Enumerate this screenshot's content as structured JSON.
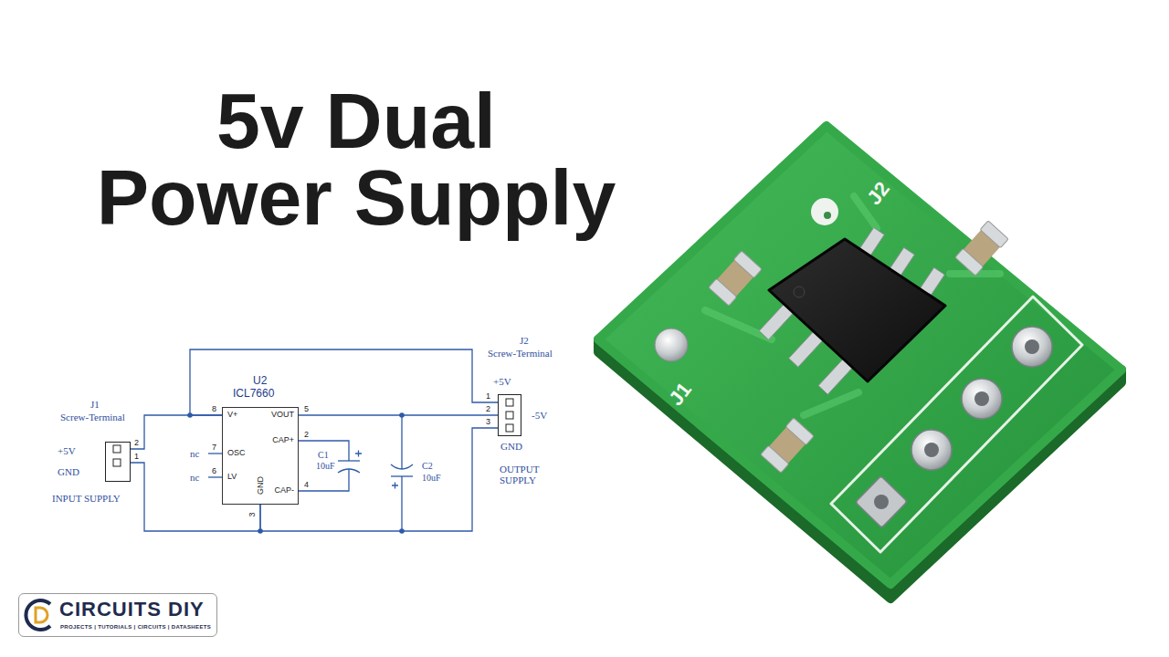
{
  "diagram": {
    "title": "5v Dual Power Supply",
    "nodes": [
      {
        "text": [
          "J1",
          "Screw-Terminal"
        ]
      },
      {
        "text": [
          "U2",
          "ICL7660",
          "V+",
          "OSC",
          "LV",
          "GND",
          "VOUT",
          "CAP+",
          "CAP-"
        ]
      },
      {
        "text": [
          "J2",
          "Screw-Terminal"
        ]
      },
      {
        "text": [
          "CIRCUITS DIY",
          "PROJECTS | TUTORIALS | CIRCUITS | DATASHEETS"
        ]
      }
    ],
    "edges": [
      {
        "from": 0,
        "to": 1,
        "arrow": "none"
      },
      {
        "from": 0,
        "to": 1,
        "arrow": "none"
      },
      {
        "from": 1,
        "to": 2,
        "arrow": "none"
      },
      {
        "from": 1,
        "to": 2,
        "arrow": "none"
      },
      {
        "from": 1,
        "to": 2,
        "arrow": "none"
      }
    ],
    "labels": [
      "2",
      "1",
      "+5V",
      "GND",
      "INPUT SUPPLY",
      "8",
      "7",
      "6",
      "nc",
      "nc",
      "3",
      "5",
      "2",
      "4",
      "C1",
      "10uF",
      "C2",
      "10uF",
      "1",
      "2",
      "3",
      "+5V",
      "-5V",
      "GND",
      "OUTPUT SUPPLY",
      "J2",
      "J1"
    ]
  }
}
